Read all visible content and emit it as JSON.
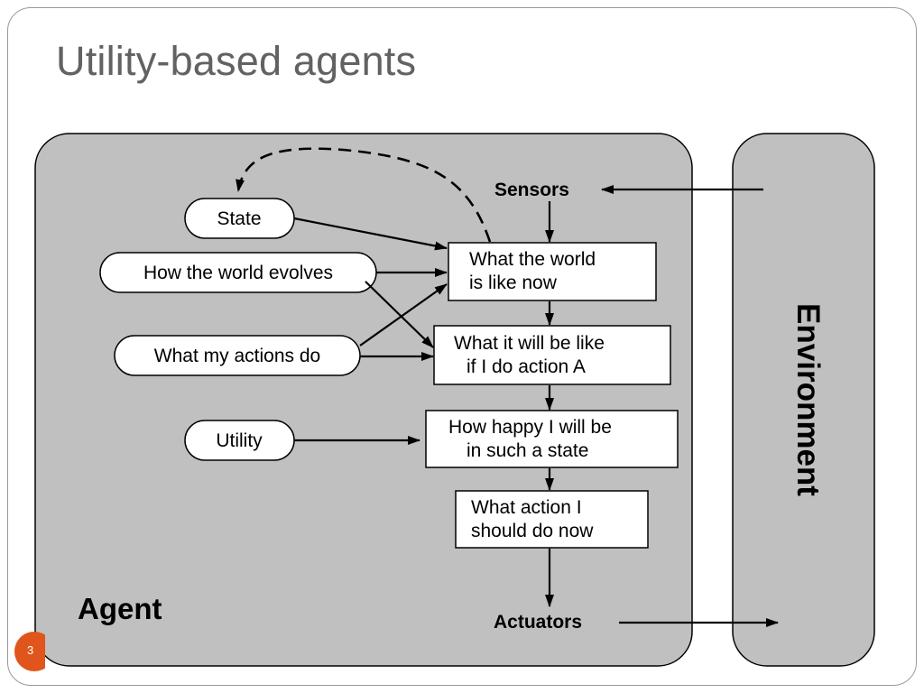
{
  "slide": {
    "title": "Utility-based agents",
    "page_number": "3"
  },
  "diagram": {
    "agent_label": "Agent",
    "environment_label": "Environment",
    "sensors_label": "Sensors",
    "actuators_label": "Actuators",
    "inputs": {
      "state": "State",
      "world_evolves": "How the world evolves",
      "actions_do": "What my actions do",
      "utility": "Utility"
    },
    "boxes": {
      "world_now": [
        "What the world",
        "is like now"
      ],
      "will_be": [
        "What it will be like",
        "if I do action A"
      ],
      "happy": [
        "How happy I will be",
        "in such a state"
      ],
      "action": [
        "What action I",
        "should do now"
      ]
    }
  }
}
